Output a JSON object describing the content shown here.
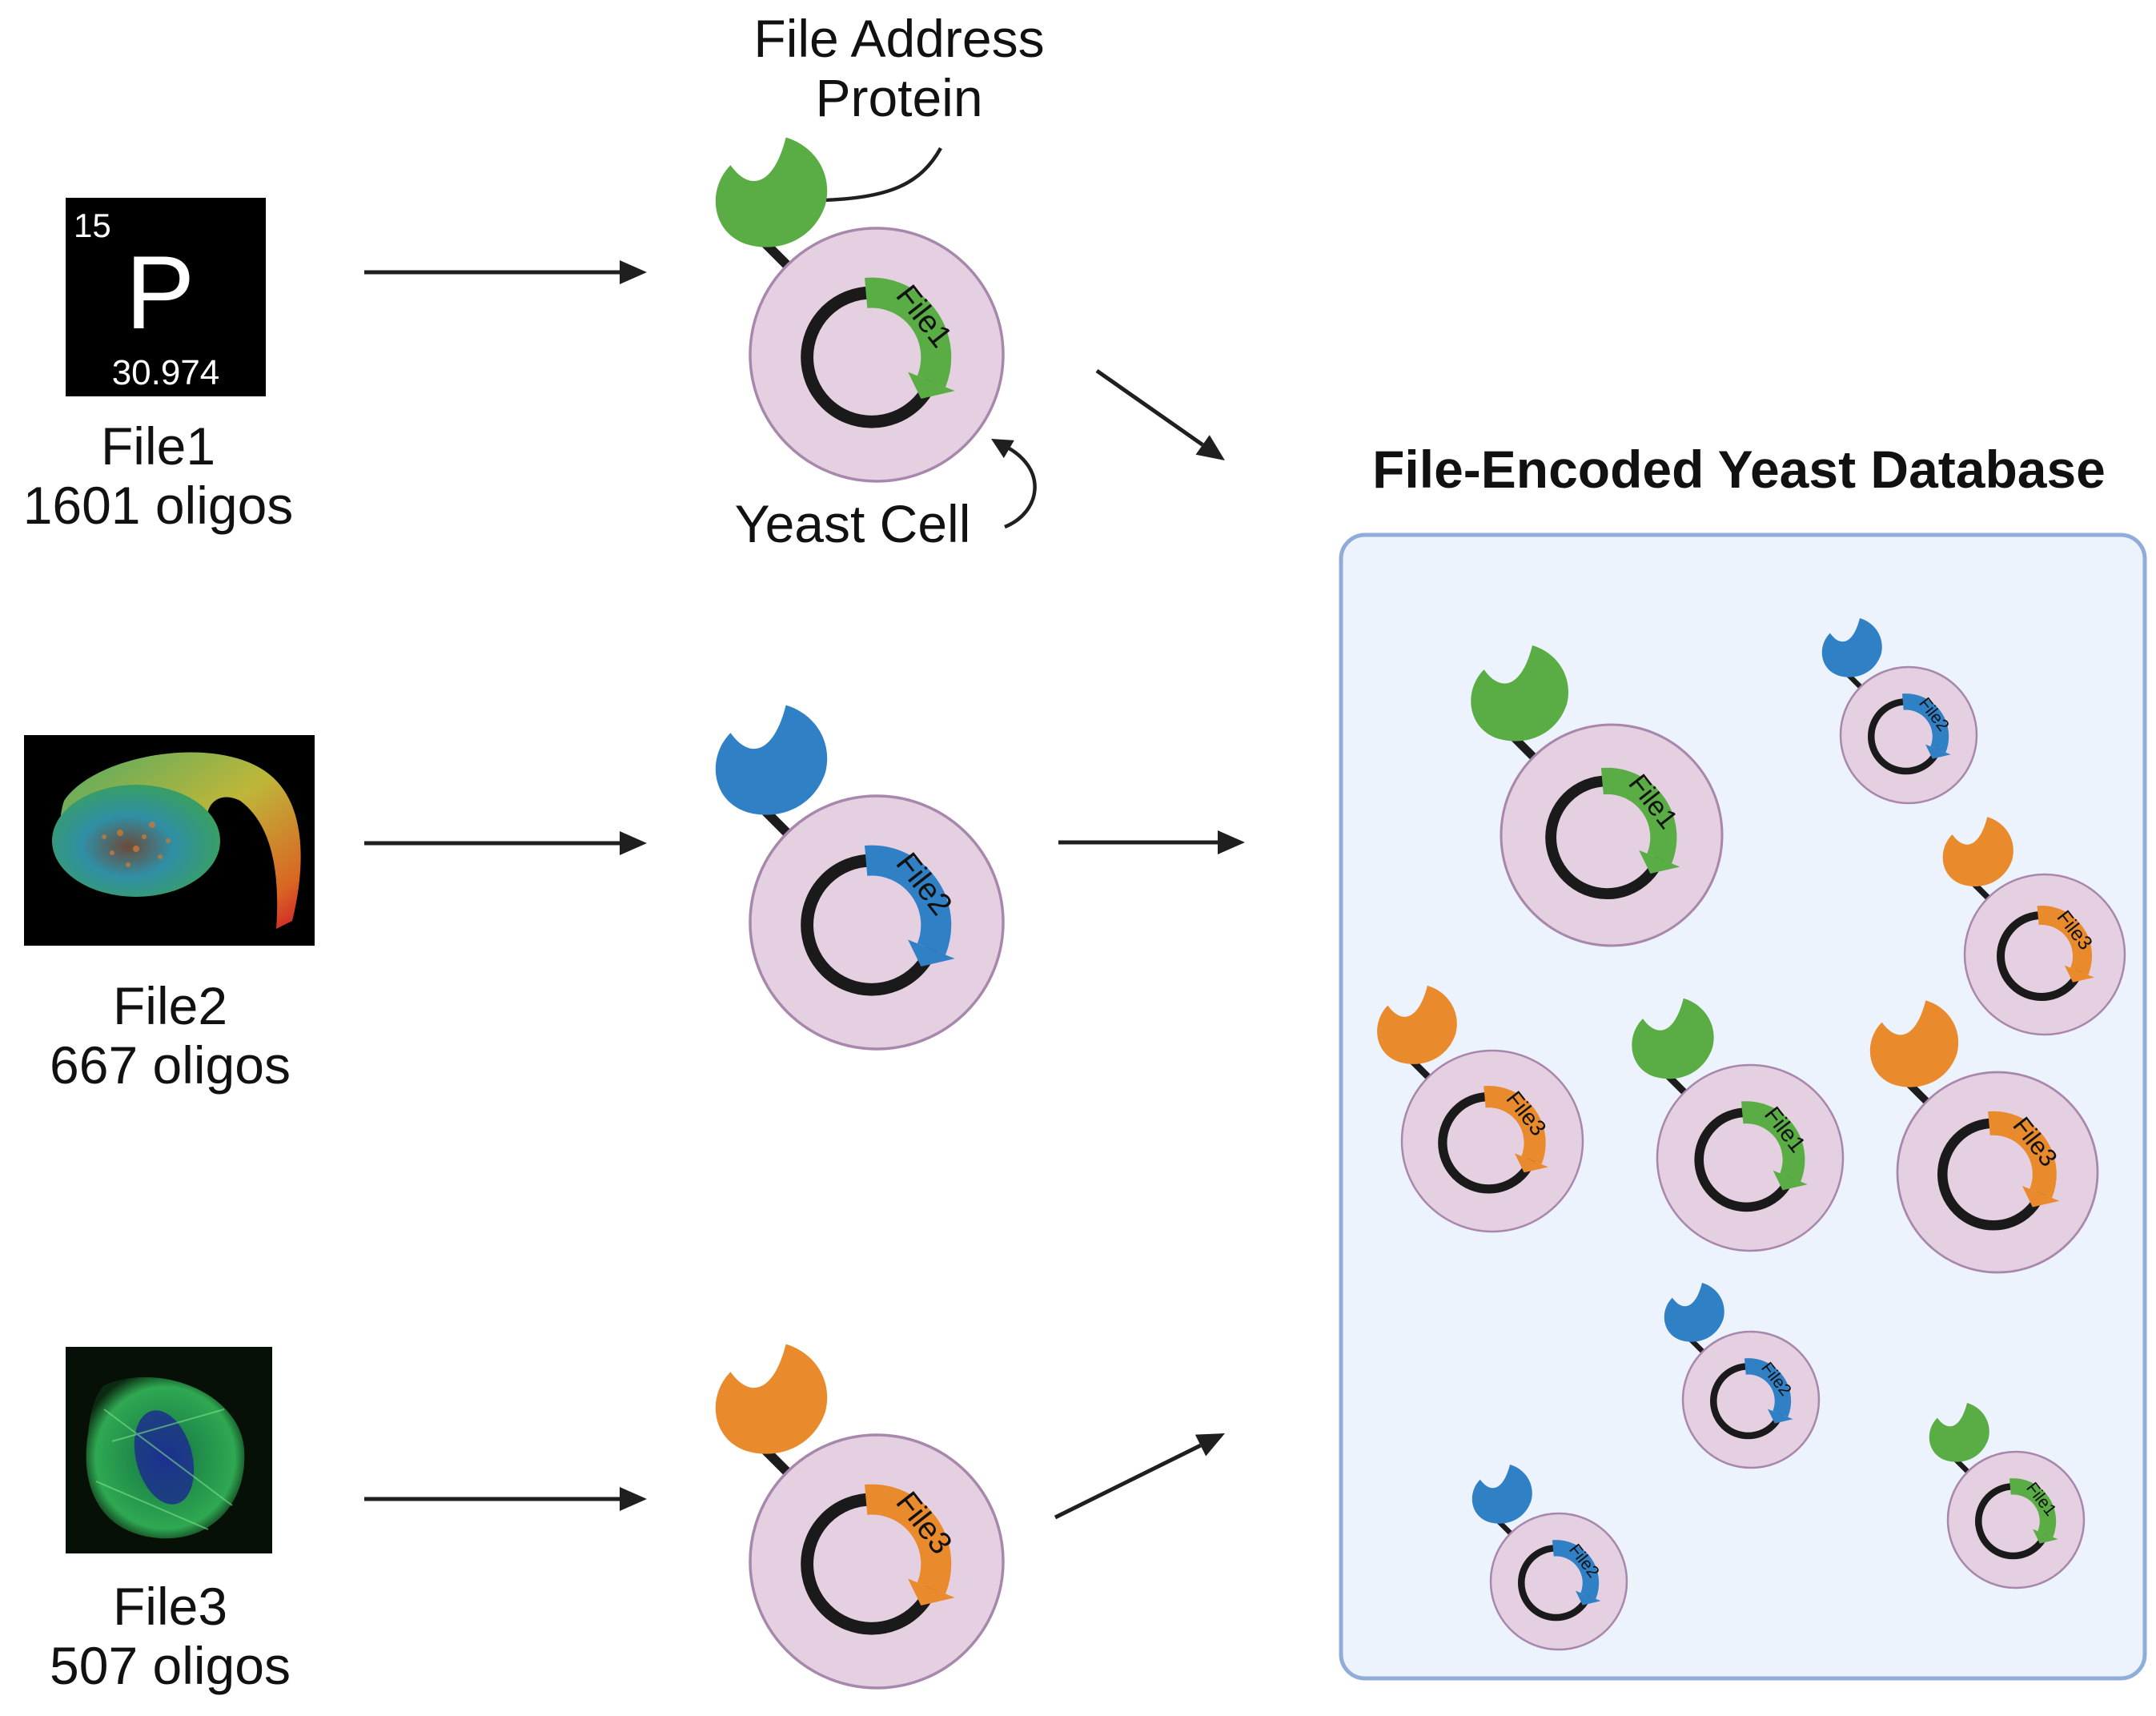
{
  "callouts": {
    "protein_label": "File Address Protein",
    "protein_label_line1": "File Address",
    "protein_label_line2": "Protein",
    "cell_label": "Yeast Cell"
  },
  "database": {
    "title": "File-Encoded Yeast Database"
  },
  "files": [
    {
      "name": "File1",
      "oligos": "1601 oligos",
      "plasmid_label": "File1",
      "color": "#5aad45",
      "tile": {
        "number": "15",
        "symbol": "P",
        "mass": "30.974"
      }
    },
    {
      "name": "File2",
      "oligos": "667 oligos",
      "plasmid_label": "File2",
      "color": "#3080c6"
    },
    {
      "name": "File3",
      "oligos": "507 oligos",
      "plasmid_label": "File3",
      "color": "#e98a2c"
    }
  ],
  "colors": {
    "cell_fill": "#e5d0e2",
    "cell_stroke": "#a887ac",
    "database_fill": "#edf3fc",
    "database_stroke": "#8facdb",
    "arrow": "#1f1f1f",
    "plasmid_ring": "#1a1a1a"
  },
  "icons": {
    "file1_image": "periodic-table-phosphorus-tile",
    "file2_image": "fluorescent-embryo-micrograph",
    "file3_image": "green-fluorescent-cell-micrograph"
  }
}
